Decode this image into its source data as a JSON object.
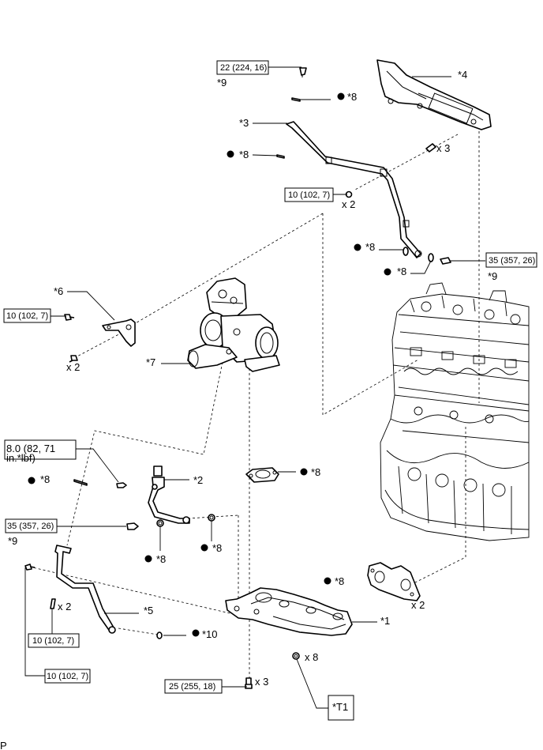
{
  "callouts": {
    "p1": "*1",
    "p2": "*2",
    "p3": "*3",
    "p4": "*4",
    "p5": "*5",
    "p6": "*6",
    "p7": "*7",
    "p8": "*8",
    "p9": "*9",
    "p10": "*10"
  },
  "torques": {
    "t22": "22 (224, 16)",
    "t10": "10 (102, 7)",
    "t35": "35 (357, 26)",
    "t8": "8.0 (82, 71",
    "t8_unit": "in.*lbf)",
    "t25": "25 (255, 18)"
  },
  "quantities": {
    "x2": "x 2",
    "x3": "x 3",
    "x8": "x 8"
  },
  "tool_box": "*T1",
  "corner_mark": "P"
}
